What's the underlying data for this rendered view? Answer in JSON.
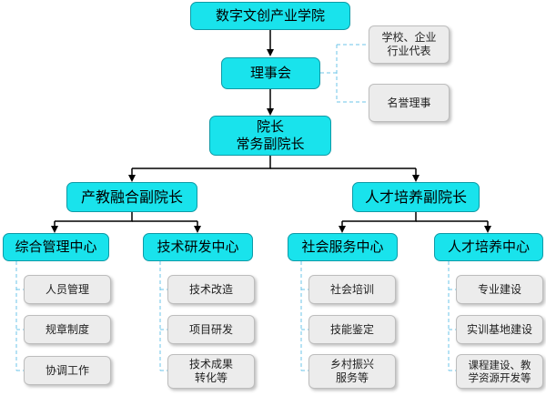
{
  "root": "数字文创产业学院",
  "council": "理事会",
  "council_members": [
    "学校、企业\n行业代表",
    "名誉理事"
  ],
  "dean": {
    "line1": "院长",
    "line2": "常务副院长"
  },
  "vice_deans": [
    {
      "label": "产教融合副院长",
      "centers": [
        {
          "label": "综合管理中心",
          "items": [
            "人员管理",
            "规章制度",
            "协调工作"
          ]
        },
        {
          "label": "技术研发中心",
          "items": [
            "技术改造",
            "项目研发",
            "技术成果\n转化等"
          ]
        }
      ]
    },
    {
      "label": "人才培养副院长",
      "centers": [
        {
          "label": "社会服务中心",
          "items": [
            "社会培训",
            "技能鉴定",
            "乡村振兴\n服务等"
          ]
        },
        {
          "label": "人才培养中心",
          "items": [
            "专业建设",
            "实训基地建设",
            "课程建设、教\n学资源开发等"
          ]
        }
      ]
    }
  ],
  "colors": {
    "node_fill": "#19e3ec",
    "node_border": "#0f9aa6",
    "leaf_fill": "#ececec",
    "dashed": "#6cc6e8",
    "connector": "#000000"
  }
}
